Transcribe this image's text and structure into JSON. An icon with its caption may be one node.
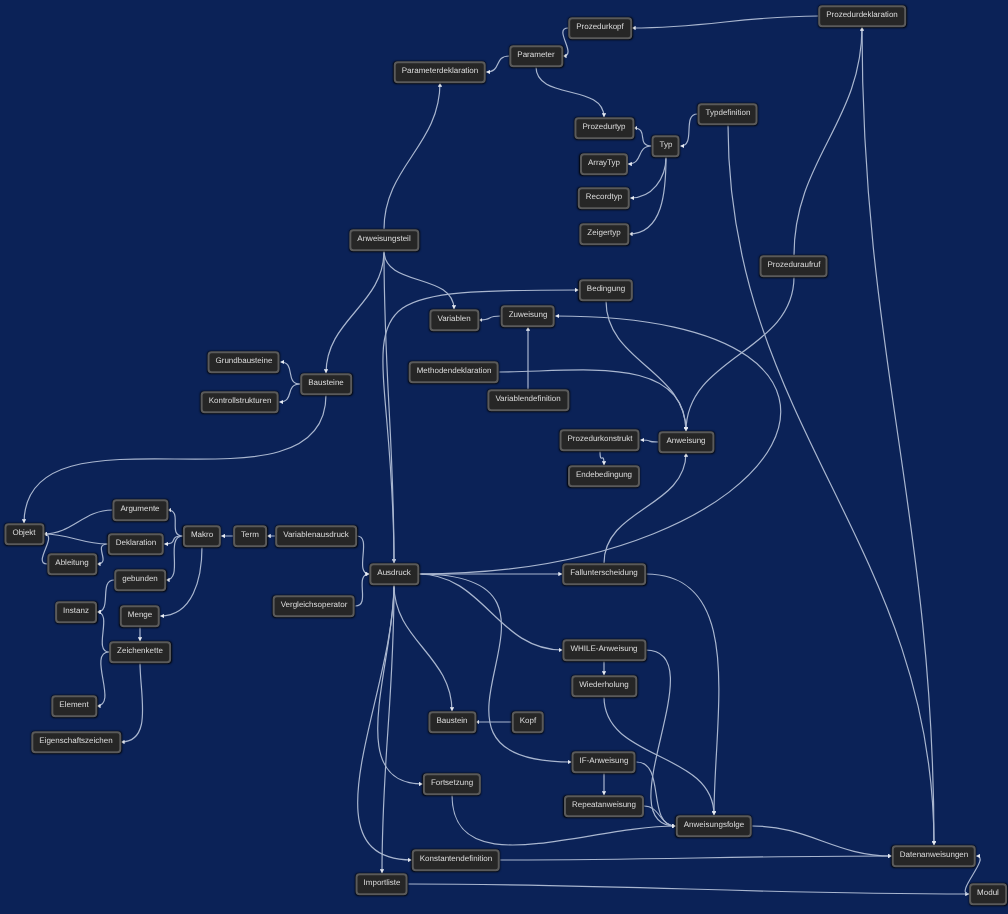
{
  "diagram": {
    "nodes": [
      {
        "text": [
          "Objekt"
        ]
      },
      {
        "text": [
          "Argumente"
        ]
      },
      {
        "text": [
          "Deklaration"
        ]
      },
      {
        "text": [
          "Ableitung"
        ]
      },
      {
        "text": [
          "gebunden"
        ]
      },
      {
        "text": [
          "Instanz"
        ]
      },
      {
        "text": [
          "Menge"
        ]
      },
      {
        "text": [
          "Zeichenkette"
        ]
      },
      {
        "text": [
          "Element"
        ]
      },
      {
        "text": [
          "Eigenschaftszeichen"
        ]
      },
      {
        "text": [
          "Makro"
        ]
      },
      {
        "text": [
          "Term"
        ]
      },
      {
        "text": [
          "Variablenausdruck"
        ]
      },
      {
        "text": [
          "Vergleichsoperator"
        ]
      },
      {
        "text": [
          "Grundbausteine"
        ]
      },
      {
        "text": [
          "Kontrollstrukturen"
        ]
      },
      {
        "text": [
          "Bausteine"
        ]
      },
      {
        "text": [
          "Ausdruck"
        ]
      },
      {
        "text": [
          "Anweisungsteil"
        ]
      },
      {
        "text": [
          "Parameterdeklaration"
        ]
      },
      {
        "text": [
          "Parameter"
        ]
      },
      {
        "text": [
          "Prozedurkopf"
        ]
      },
      {
        "text": [
          "Prozedurdeklaration"
        ]
      },
      {
        "text": [
          "Typdefinition"
        ]
      },
      {
        "text": [
          "Typ"
        ]
      },
      {
        "text": [
          "Prozedurtyp"
        ]
      },
      {
        "text": [
          "ArrayTyp"
        ]
      },
      {
        "text": [
          "Recordtyp"
        ]
      },
      {
        "text": [
          "Zeigertyp"
        ]
      },
      {
        "text": [
          "Variablen"
        ]
      },
      {
        "text": [
          "Zuweisung"
        ]
      },
      {
        "text": [
          "Bedingung"
        ]
      },
      {
        "text": [
          "Prozeduraufruf"
        ]
      },
      {
        "text": [
          "Methodendeklaration"
        ]
      },
      {
        "text": [
          "Variablendefinition"
        ]
      },
      {
        "text": [
          "Prozedurkonstrukt"
        ]
      },
      {
        "text": [
          "Anweisung"
        ]
      },
      {
        "text": [
          "Endebedingung"
        ]
      },
      {
        "text": [
          "Fallunterscheidung"
        ]
      },
      {
        "text": [
          "WHILE-Anweisung"
        ]
      },
      {
        "text": [
          "Wiederholung"
        ]
      },
      {
        "text": [
          "Baustein"
        ]
      },
      {
        "text": [
          "Kopf"
        ]
      },
      {
        "text": [
          "IF-Anweisung"
        ]
      },
      {
        "text": [
          "Fortsetzung"
        ]
      },
      {
        "text": [
          "Repeatanweisung"
        ]
      },
      {
        "text": [
          "Anweisungsfolge"
        ]
      },
      {
        "text": [
          "Konstantendefinition"
        ]
      },
      {
        "text": [
          "Datenanweisungen"
        ]
      },
      {
        "text": [
          "Importliste"
        ]
      },
      {
        "text": [
          "Modul"
        ]
      }
    ],
    "edges": [
      {
        "from": 10,
        "to": 1,
        "arrow": "to"
      },
      {
        "from": 10,
        "to": 2,
        "arrow": "to"
      },
      {
        "from": 10,
        "to": 4,
        "arrow": "to"
      },
      {
        "from": 10,
        "to": 6,
        "arrow": "to"
      },
      {
        "from": 1,
        "to": 0,
        "arrow": "to"
      },
      {
        "from": 2,
        "to": 0,
        "arrow": "to"
      },
      {
        "from": 3,
        "to": 0,
        "arrow": "to"
      },
      {
        "from": 2,
        "to": 3,
        "arrow": "to"
      },
      {
        "from": 4,
        "to": 5,
        "arrow": "to"
      },
      {
        "from": 7,
        "to": 5,
        "arrow": "to"
      },
      {
        "from": 6,
        "to": 7,
        "arrow": "to"
      },
      {
        "from": 7,
        "to": 8,
        "arrow": "to"
      },
      {
        "from": 7,
        "to": 9,
        "arrow": "to"
      },
      {
        "from": 11,
        "to": 10,
        "arrow": "to"
      },
      {
        "from": 12,
        "to": 11,
        "arrow": "to"
      },
      {
        "from": 12,
        "to": 17,
        "arrow": "to"
      },
      {
        "from": 13,
        "to": 17,
        "arrow": "to"
      },
      {
        "from": 16,
        "to": 14,
        "arrow": "to"
      },
      {
        "from": 16,
        "to": 15,
        "arrow": "to"
      },
      {
        "from": 16,
        "to": 0,
        "arrow": "to"
      },
      {
        "from": 18,
        "to": 16,
        "arrow": "to"
      },
      {
        "from": 18,
        "to": 17,
        "arrow": "to"
      },
      {
        "from": 20,
        "to": 19,
        "arrow": "to"
      },
      {
        "from": 21,
        "to": 20,
        "arrow": "to"
      },
      {
        "from": 22,
        "to": 21,
        "arrow": "to"
      },
      {
        "from": 20,
        "to": 25,
        "arrow": "to"
      },
      {
        "from": 24,
        "to": 25,
        "arrow": "to"
      },
      {
        "from": 24,
        "to": 26,
        "arrow": "to"
      },
      {
        "from": 24,
        "to": 27,
        "arrow": "to"
      },
      {
        "from": 24,
        "to": 28,
        "arrow": "to"
      },
      {
        "from": 23,
        "to": 24,
        "arrow": "to"
      },
      {
        "from": 22,
        "to": 48,
        "arrow": "to"
      },
      {
        "from": 32,
        "to": 22,
        "arrow": "to"
      },
      {
        "from": 30,
        "to": 29,
        "arrow": "to"
      },
      {
        "from": 34,
        "to": 30,
        "arrow": "to"
      },
      {
        "from": 36,
        "to": 35,
        "arrow": "to"
      },
      {
        "from": 35,
        "to": 37,
        "arrow": "to"
      },
      {
        "from": 33,
        "to": 36,
        "arrow": "to"
      },
      {
        "from": 38,
        "to": 36,
        "arrow": "to"
      },
      {
        "from": 39,
        "to": 40,
        "arrow": "to"
      },
      {
        "from": 39,
        "to": 46,
        "arrow": "to"
      },
      {
        "from": 40,
        "to": 46,
        "arrow": "to"
      },
      {
        "from": 43,
        "to": 45,
        "arrow": "to"
      },
      {
        "from": 43,
        "to": 46,
        "arrow": "to"
      },
      {
        "from": 45,
        "to": 46,
        "arrow": "to"
      },
      {
        "from": 38,
        "to": 46,
        "arrow": "to"
      },
      {
        "from": 44,
        "to": 46,
        "arrow": "to"
      },
      {
        "from": 42,
        "to": 41,
        "arrow": "to"
      },
      {
        "from": 47,
        "to": 48,
        "arrow": "to"
      },
      {
        "from": 49,
        "to": 50,
        "arrow": "to"
      },
      {
        "from": 50,
        "to": 48,
        "arrow": "to"
      },
      {
        "from": 46,
        "to": 48,
        "arrow": "to"
      },
      {
        "from": 17,
        "to": 30,
        "arrow": "to"
      },
      {
        "from": 17,
        "to": 31,
        "arrow": "to"
      },
      {
        "from": 17,
        "to": 38,
        "arrow": "to"
      },
      {
        "from": 17,
        "to": 39,
        "arrow": "to"
      },
      {
        "from": 17,
        "to": 43,
        "arrow": "to"
      },
      {
        "from": 17,
        "to": 41,
        "arrow": "to"
      },
      {
        "from": 17,
        "to": 44,
        "arrow": "to"
      },
      {
        "from": 17,
        "to": 47,
        "arrow": "to"
      },
      {
        "from": 17,
        "to": 49,
        "arrow": "to"
      },
      {
        "from": 18,
        "to": 19,
        "arrow": "to"
      },
      {
        "from": 18,
        "to": 29,
        "arrow": "to"
      },
      {
        "from": 31,
        "to": 36,
        "arrow": "to"
      },
      {
        "from": 32,
        "to": 36,
        "arrow": "to"
      },
      {
        "from": 23,
        "to": 48,
        "arrow": "to"
      }
    ]
  }
}
